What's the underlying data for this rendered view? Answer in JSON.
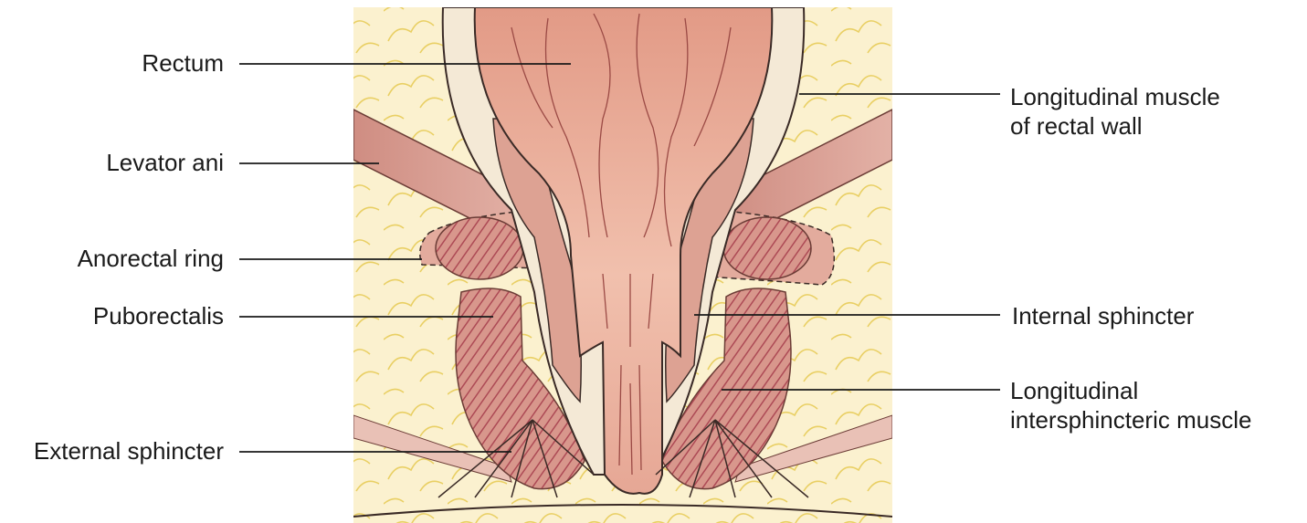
{
  "labels": {
    "rectum": "Rectum",
    "levator_ani": "Levator ani",
    "anorectal_ring": "Anorectal ring",
    "puborectalis": "Puborectalis",
    "external_sphincter": "External sphincter",
    "longitudinal_muscle_line1": "Longitudinal muscle",
    "longitudinal_muscle_line2": "of rectal wall",
    "internal_sphincter": "Internal sphincter",
    "longitudinal_inter_line1": "Longitudinal",
    "longitudinal_inter_line2": "intersphincteric muscle"
  },
  "colors": {
    "fat": "#fbf1cf",
    "fat_lines": "#e7cc5a",
    "mucosa": "#e8a08e",
    "muscle": "#d99b90",
    "muscle_stripe": "#b0505a",
    "wall": "#f4e9d6",
    "outline": "#3a2a26"
  }
}
